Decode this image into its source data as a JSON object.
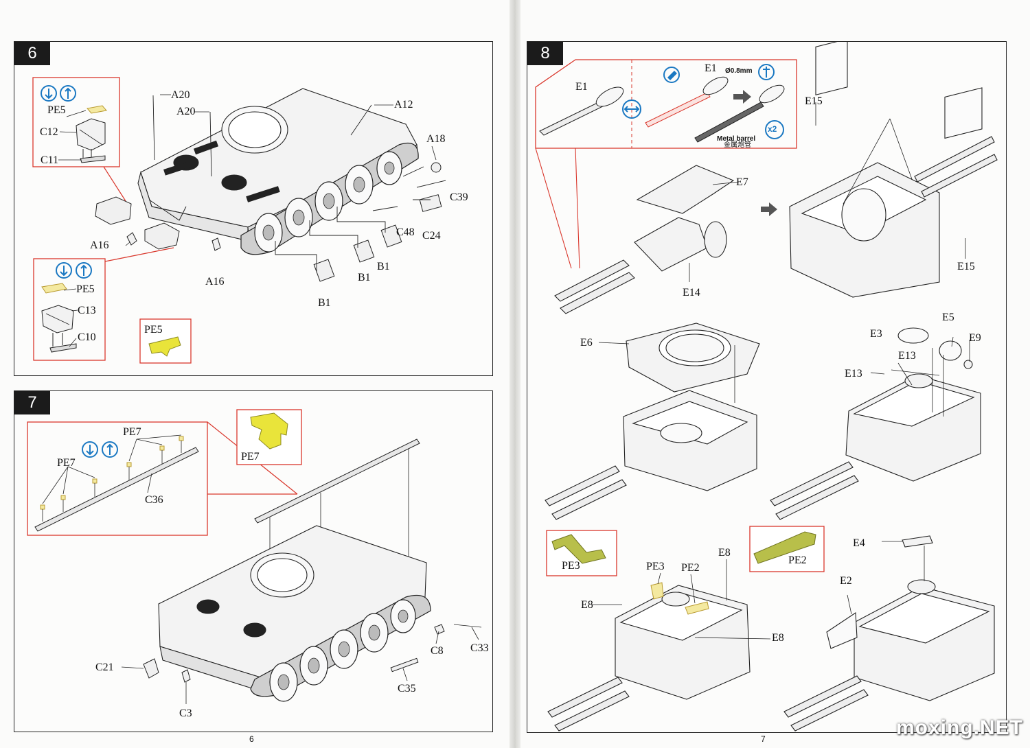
{
  "pages": {
    "left_number": "6",
    "right_number": "7"
  },
  "watermark": "moxing.NET",
  "step6": {
    "badge": "6",
    "labels": {
      "a20_top": "A20",
      "a20_bottom": "A20",
      "a12": "A12",
      "a18": "A18",
      "c39": "C39",
      "c24": "C24",
      "c48": "C48",
      "b1_a": "B1",
      "b1_b": "B1",
      "b1_c": "B1",
      "a16_left": "A16",
      "a16_bottom": "A16"
    },
    "detail_upper": {
      "pe5": "PE5",
      "c12": "C12",
      "c11": "C11"
    },
    "detail_lower": {
      "pe5": "PE5",
      "c13": "C13",
      "c10": "C10"
    },
    "pe_sample": {
      "label": "PE5"
    }
  },
  "step7": {
    "badge": "7",
    "detail": {
      "pe7_a": "PE7",
      "pe7_b": "PE7",
      "c36": "C36"
    },
    "pe_sample": {
      "label": "PE7"
    },
    "labels": {
      "c21": "C21",
      "c3": "C3",
      "c8": "C8",
      "c33": "C33",
      "c35": "C35"
    }
  },
  "step8": {
    "badge": "8",
    "barrel_detail": {
      "e1_left": "E1",
      "e1_right": "E1",
      "diameter": "Ø0.8mm",
      "metal_barrel": "Metal barrel",
      "metal_barrel_cn": "金属炮管",
      "times": "x2"
    },
    "labels": {
      "e15_top": "E15",
      "e15_bottom": "E15",
      "e7": "E7",
      "e14": "E14",
      "e6": "E6",
      "e3": "E3",
      "e5": "E5",
      "e9": "E9",
      "e13_a": "E13",
      "e13_b": "E13",
      "e8_top": "E8",
      "e8_left": "E8",
      "e8_right": "E8",
      "pe3": "PE3",
      "pe2": "PE2",
      "e4": "E4",
      "e2": "E2"
    },
    "pe_samples": {
      "pe3": "PE3",
      "pe2": "PE2"
    }
  },
  "colors": {
    "callout": "#d9362b",
    "icon_blue": "#1a78c2",
    "pe_yellow": "#e9e43a",
    "pe_olive": "#b8bf4a"
  }
}
